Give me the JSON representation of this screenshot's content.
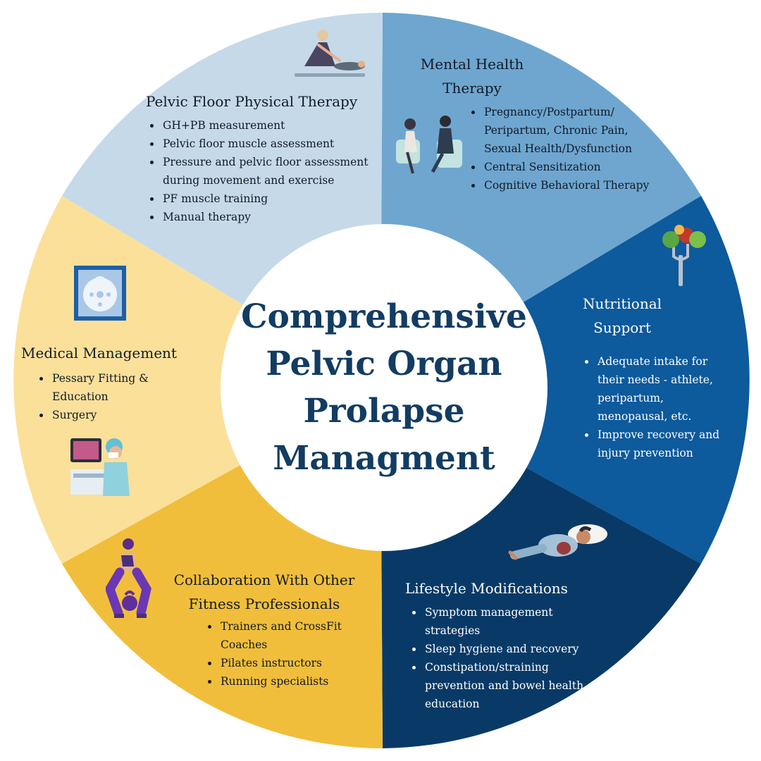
{
  "center_title": "Comprehensive Pelvic Organ Prolapse Managment",
  "colors": {
    "pelvic_floor": "#c6d9e9",
    "mental_health": "#6ea6d0",
    "nutrition": "#0d5a9c",
    "lifestyle": "#093a67",
    "collaboration": "#f1be3b",
    "medical": "#fbe09a",
    "title": "#123c62"
  },
  "sections": {
    "pelvic_floor": {
      "title": "Pelvic Floor Physical Therapy",
      "items": [
        "GH+PB measurement",
        "Pelvic floor muscle assessment",
        "Pressure and pelvic floor assessment during movement and exercise",
        "PF muscle training",
        "Manual therapy"
      ],
      "icon": "therapist-patient-icon"
    },
    "mental_health": {
      "title": "Mental Health Therapy",
      "items": [
        "Pregnancy/Postpartum/ Peripartum, Chronic Pain, Sexual Health/Dysfunction",
        "Central Sensitization",
        "Cognitive Behavioral Therapy"
      ],
      "icon": "counseling-session-icon"
    },
    "nutrition": {
      "title": "Nutritional Support",
      "items": [
        "Adequate intake for their needs - athlete, peripartum, menopausal, etc.",
        "Improve recovery and injury prevention"
      ],
      "icon": "fork-vegetables-icon"
    },
    "lifestyle": {
      "title": "Lifestyle Modifications",
      "items": [
        "Symptom management strategies",
        "Sleep hygiene and recovery",
        "Constipation/straining prevention and bowel health education"
      ],
      "icon": "sleeping-person-icon"
    },
    "collaboration": {
      "title": "Collaboration With Other Fitness Professionals",
      "items": [
        "Trainers and CrossFit Coaches",
        "Pilates instructors",
        "Running specialists"
      ],
      "icon": "kettlebell-athlete-icon"
    },
    "medical": {
      "title": "Medical Management",
      "items": [
        "Pessary Fitting & Education",
        "Surgery"
      ],
      "icon_top": "pessary-device-icon",
      "icon_bottom": "surgeon-monitor-icon"
    }
  }
}
